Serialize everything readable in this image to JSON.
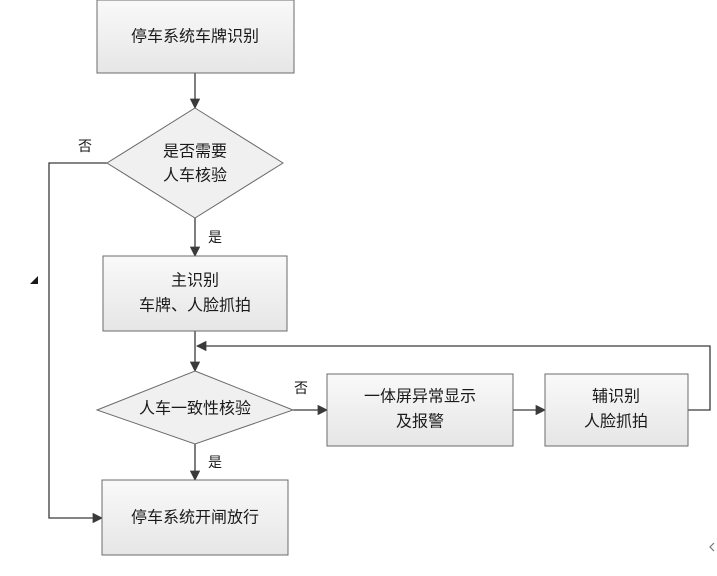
{
  "nodes": {
    "plate_recognition": {
      "label": "停车系统车牌识别"
    },
    "need_check": {
      "label_lines": [
        "是否需要",
        "人车核验"
      ]
    },
    "primary_recognition": {
      "label_lines": [
        "主识别",
        "车牌、人脸抓拍"
      ]
    },
    "consistency_check": {
      "label": "人车一致性核验"
    },
    "display_alarm": {
      "label_lines": [
        "一体屏异常显示",
        "及报警"
      ]
    },
    "secondary_recognition": {
      "label_lines": [
        "辅识别",
        "人脸抓拍"
      ]
    },
    "open_gate": {
      "label": "停车系统开闸放行"
    }
  },
  "edges": {
    "need_check_yes": "是",
    "need_check_no": "否",
    "consistency_yes": "是",
    "consistency_no": "否"
  },
  "colors": {
    "box_fill_top": "#f9f9f9",
    "box_fill_bottom": "#e6e6e6",
    "border": "#6b6b6b",
    "line": "#3a3a3a"
  }
}
